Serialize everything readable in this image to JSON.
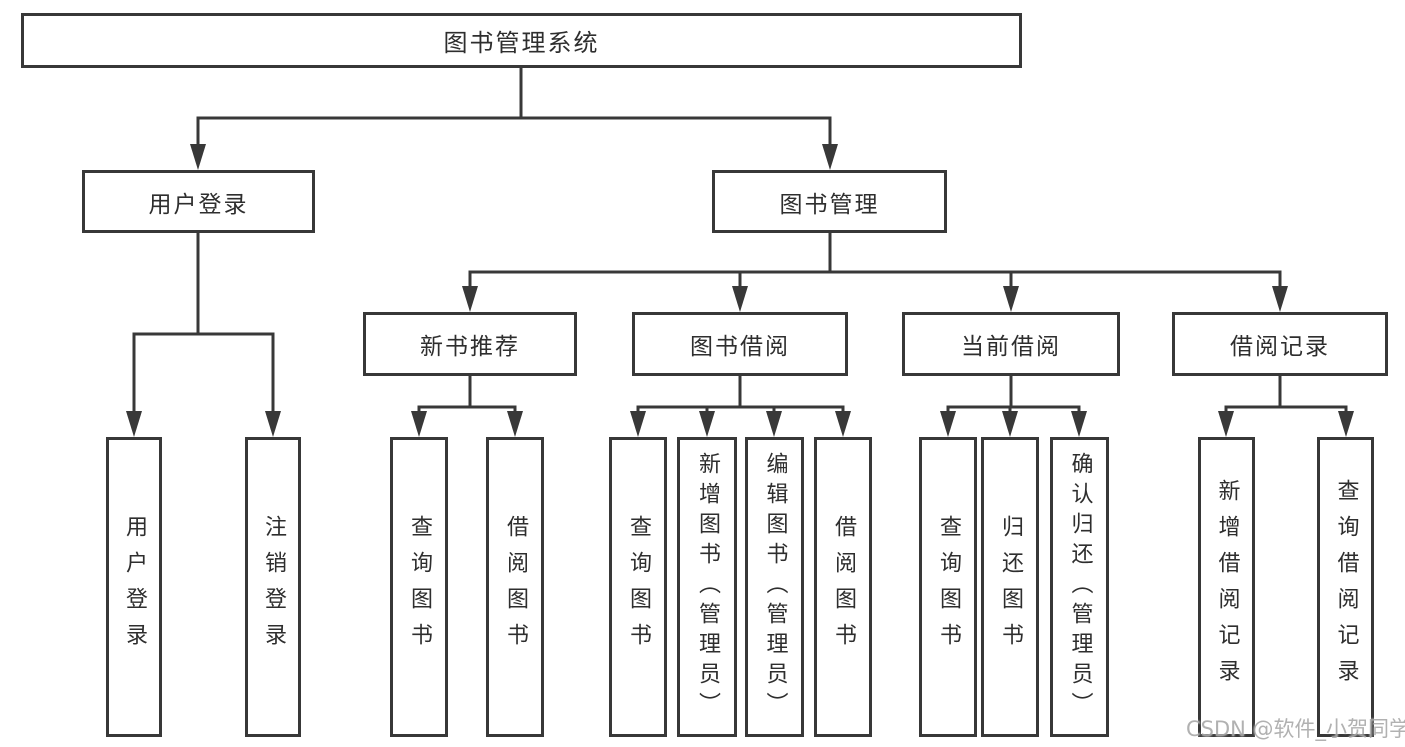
{
  "diagram": {
    "type": "hierarchy-tree",
    "root": "图书管理系统",
    "level2": [
      "用户登录",
      "图书管理"
    ],
    "level3": [
      "新书推荐",
      "图书借阅",
      "当前借阅",
      "借阅记录"
    ],
    "leaves": {
      "user_login": [
        "用户登录",
        "注销登录"
      ],
      "new_book": [
        "查询图书",
        "借阅图书"
      ],
      "book_borrow": [
        "查询图书",
        "新增图书（管理员）",
        "编辑图书（管理员）",
        "借阅图书"
      ],
      "current_borrow": [
        "查询图书",
        "归还图书",
        "确认归还（管理员）"
      ],
      "borrow_record": [
        "新增借阅记录",
        "查询借阅记录"
      ]
    }
  },
  "watermark": "CSDN @软件_小贺同学",
  "colors": {
    "line": "#383838",
    "box_border": "#383838",
    "text": "#2e2e2e",
    "watermark": "#a9a9a9",
    "background": "#ffffff"
  }
}
